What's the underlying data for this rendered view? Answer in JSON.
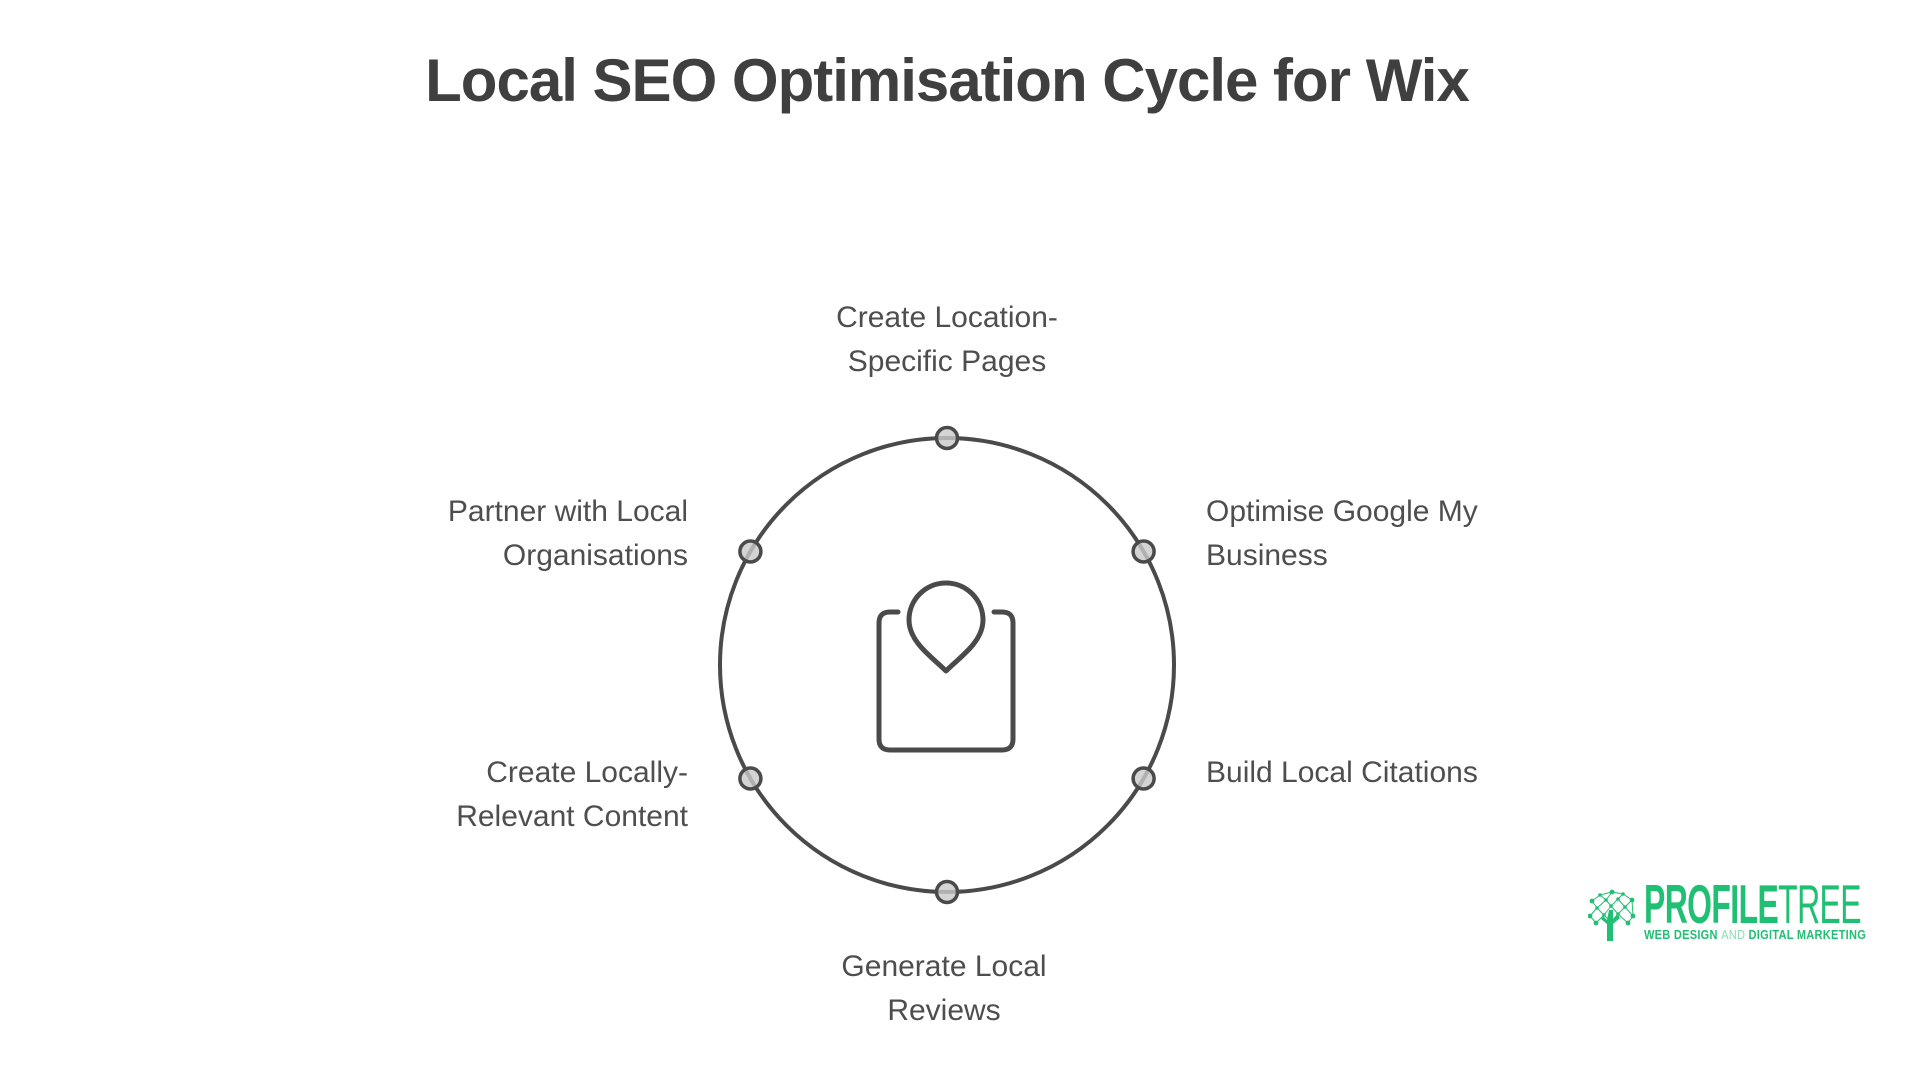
{
  "title": "Local SEO Optimisation Cycle for Wix",
  "diagram": {
    "center_icon": "map-pin-in-box",
    "steps": [
      {
        "id": "create-location-specific-pages",
        "position": "top",
        "label": "Create Location-\nSpecific Pages"
      },
      {
        "id": "optimise-google-my-business",
        "position": "upper-right",
        "label": "Optimise Google My\nBusiness"
      },
      {
        "id": "build-local-citations",
        "position": "lower-right",
        "label": "Build Local Citations"
      },
      {
        "id": "generate-local-reviews",
        "position": "bottom",
        "label": "Generate Local\nReviews"
      },
      {
        "id": "create-locally-relevant-content",
        "position": "lower-left",
        "label": "Create Locally-\nRelevant Content"
      },
      {
        "id": "partner-with-local-organisations",
        "position": "upper-left",
        "label": "Partner with Local\nOrganisations"
      }
    ]
  },
  "logo": {
    "name_primary": "PROFILE",
    "name_secondary": "TREE",
    "tagline_left": "WEB DESIGN",
    "tagline_middle": "AND",
    "tagline_right": "DIGITAL MARKETING"
  },
  "colors": {
    "background": "#ffffff",
    "title_text": "#3f3f3f",
    "label_text": "#4e4e4e",
    "diagram_stroke": "#4a4a4a",
    "node_fill": "#c9c9c9",
    "brand_green": "#21bf73",
    "brand_green_light": "#8adcb2"
  }
}
